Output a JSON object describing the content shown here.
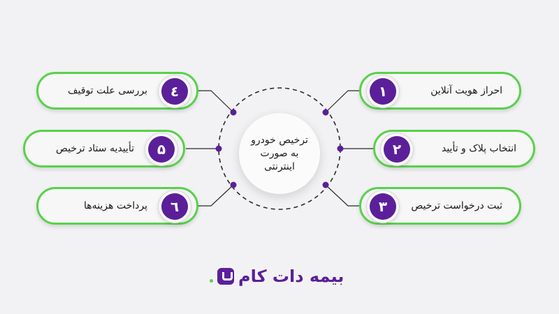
{
  "center": {
    "title": "ترخیص خودرو به صورت اینترنتی"
  },
  "steps_right": [
    {
      "num": "۱",
      "label": "احراز هویت آنلاین"
    },
    {
      "num": "۲",
      "label": "انتخاب پلاک و تأیید"
    },
    {
      "num": "۳",
      "label": "ثبت درخواست ترخیص"
    }
  ],
  "steps_left": [
    {
      "num": "٤",
      "label": "بررسی علت توقیف"
    },
    {
      "num": "۵",
      "label": "تأییدیه ستاد ترخیص"
    },
    {
      "num": "٦",
      "label": "پرداخت هزینه‌ها"
    }
  ],
  "brand": {
    "name": "بیمه دات کام"
  },
  "colors": {
    "accent_green": "#58d24a",
    "accent_purple": "#5b1f99",
    "background": "#f2f2f4"
  }
}
